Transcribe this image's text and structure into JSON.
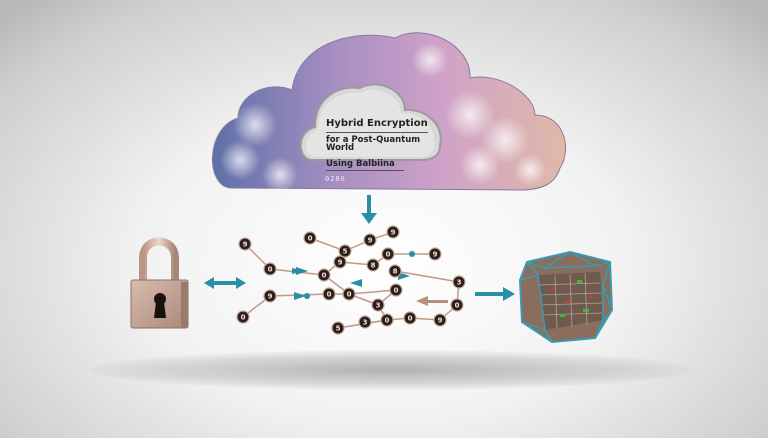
{
  "cloud": {
    "title": "Hybrid Encryption",
    "subtitle_line1": "for a Post-Quantum World",
    "subtitle_line2": "Using Balbiina",
    "code": "0286"
  },
  "nodes": [
    {
      "label": "9"
    },
    {
      "label": "0"
    },
    {
      "label": "0"
    },
    {
      "label": "9"
    },
    {
      "label": "0"
    },
    {
      "label": "5"
    },
    {
      "label": "9"
    },
    {
      "label": "9"
    },
    {
      "label": "9"
    },
    {
      "label": "8"
    },
    {
      "label": "0"
    },
    {
      "label": "9"
    },
    {
      "label": "0"
    },
    {
      "label": "8"
    },
    {
      "label": "3"
    },
    {
      "label": "0"
    },
    {
      "label": "0"
    },
    {
      "label": "3"
    },
    {
      "label": "0"
    },
    {
      "label": "0"
    },
    {
      "label": "3"
    },
    {
      "label": "0"
    },
    {
      "label": "5"
    },
    {
      "label": "9"
    },
    {
      "label": "0"
    }
  ],
  "colors": {
    "arrow": "#2a8fa3",
    "lock": "#c4a394",
    "node": "#2a1f1d",
    "edge": "#c09a88",
    "cube_frame": "#3a9ab0"
  },
  "icons": [
    "lock-icon",
    "cloud-icon",
    "quantum-cube-icon"
  ]
}
